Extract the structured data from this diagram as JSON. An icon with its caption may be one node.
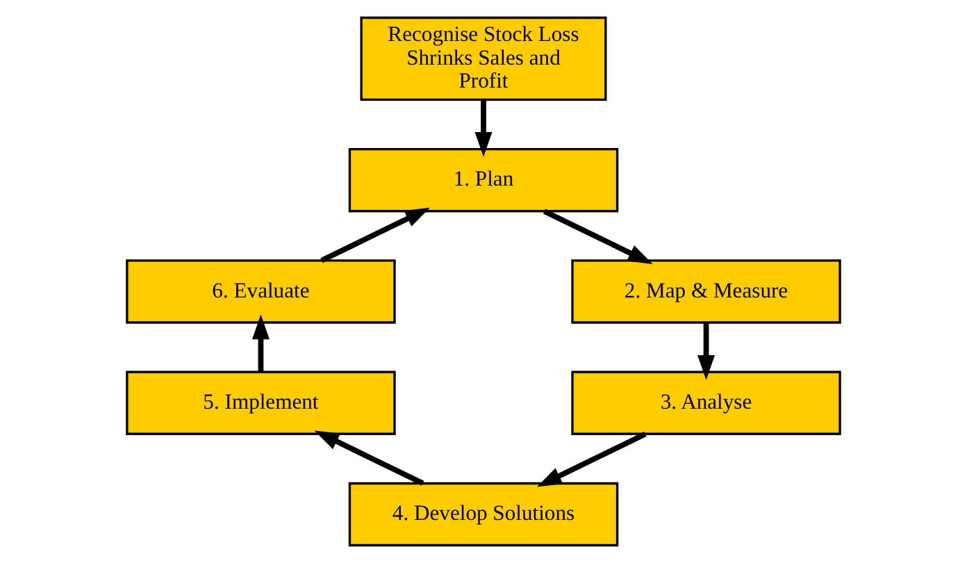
{
  "diagram": {
    "nodes": [
      {
        "text": [
          "Recognise Stock Loss Shrinks Sales and Profit"
        ]
      },
      {
        "text": [
          "1. Plan"
        ]
      },
      {
        "text": [
          "2. Map & Measure"
        ]
      },
      {
        "text": [
          "3. Analyse"
        ]
      },
      {
        "text": [
          "4. Develop Solutions"
        ]
      },
      {
        "text": [
          "5. Implement"
        ]
      },
      {
        "text": [
          "6. Evaluate"
        ]
      }
    ],
    "edges": [
      {
        "from": 0,
        "to": 1,
        "arrow": "to"
      },
      {
        "from": 1,
        "to": 2,
        "arrow": "to"
      },
      {
        "from": 2,
        "to": 3,
        "arrow": "to"
      },
      {
        "from": 3,
        "to": 4,
        "arrow": "to"
      },
      {
        "from": 4,
        "to": 5,
        "arrow": "to"
      },
      {
        "from": 5,
        "to": 6,
        "arrow": "to"
      },
      {
        "from": 6,
        "to": 1,
        "arrow": "to"
      }
    ]
  }
}
